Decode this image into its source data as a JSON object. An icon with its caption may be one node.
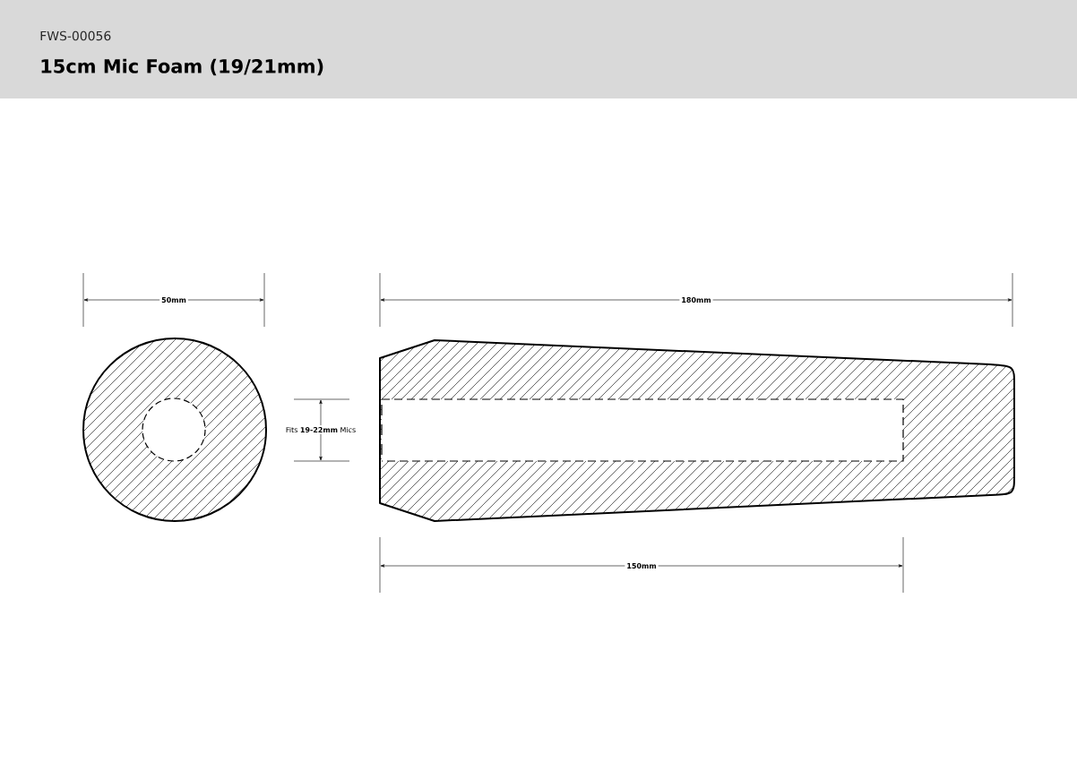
{
  "diagram": {
    "title": "15cm Mic Foam (19/21mm)",
    "labels": [
      "FWS-00056",
      "50mm",
      "180mm",
      "Fits **19-22mm** Mics",
      "150mm"
    ]
  }
}
